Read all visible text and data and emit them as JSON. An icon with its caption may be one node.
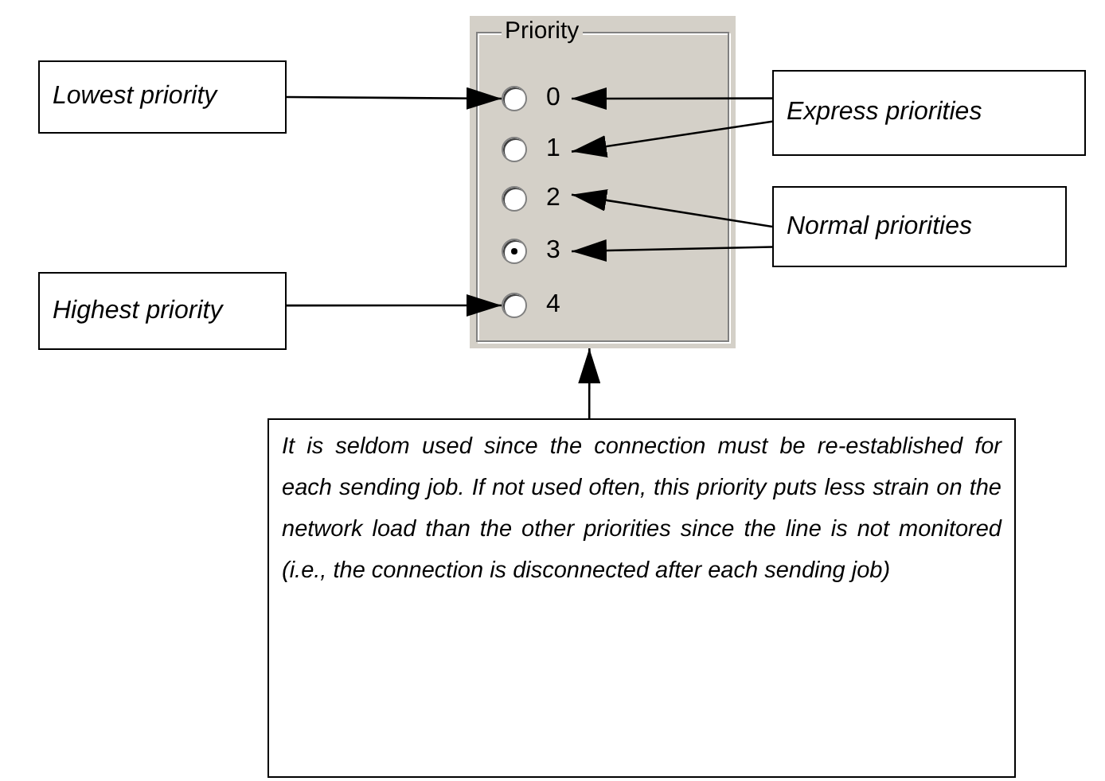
{
  "diagram": {
    "nodes": [
      {
        "text": [
          "Priority"
        ]
      },
      {
        "text": [
          "0"
        ],
        "in": 0
      },
      {
        "text": [
          "1"
        ],
        "in": 0
      },
      {
        "text": [
          "2"
        ],
        "in": 0
      },
      {
        "text": [
          "3"
        ],
        "in": 0
      },
      {
        "text": [
          "4"
        ],
        "in": 0
      },
      {
        "text": [
          "Lowest priority"
        ]
      },
      {
        "text": [
          "Express priorities"
        ]
      },
      {
        "text": [
          "Normal priorities"
        ]
      },
      {
        "text": [
          "Highest priority"
        ]
      },
      {
        "text": [
          "It is seldom used since the connection must be re-established for each sending job. If not used often, this priority puts less strain on the network load than the other priorities since the line is not monitored (i.e., the connection is disconnected after each sending job)"
        ]
      }
    ],
    "edges": [
      {
        "from": 6,
        "to": 1,
        "arrow": "to"
      },
      {
        "from": 7,
        "to": 1,
        "arrow": "to"
      },
      {
        "from": 7,
        "to": 2,
        "arrow": "to"
      },
      {
        "from": 8,
        "to": 3,
        "arrow": "to"
      },
      {
        "from": 8,
        "to": 4,
        "arrow": "to"
      },
      {
        "from": 9,
        "to": 5,
        "arrow": "to"
      },
      {
        "from": 10,
        "to": 0,
        "arrow": "to"
      }
    ]
  }
}
